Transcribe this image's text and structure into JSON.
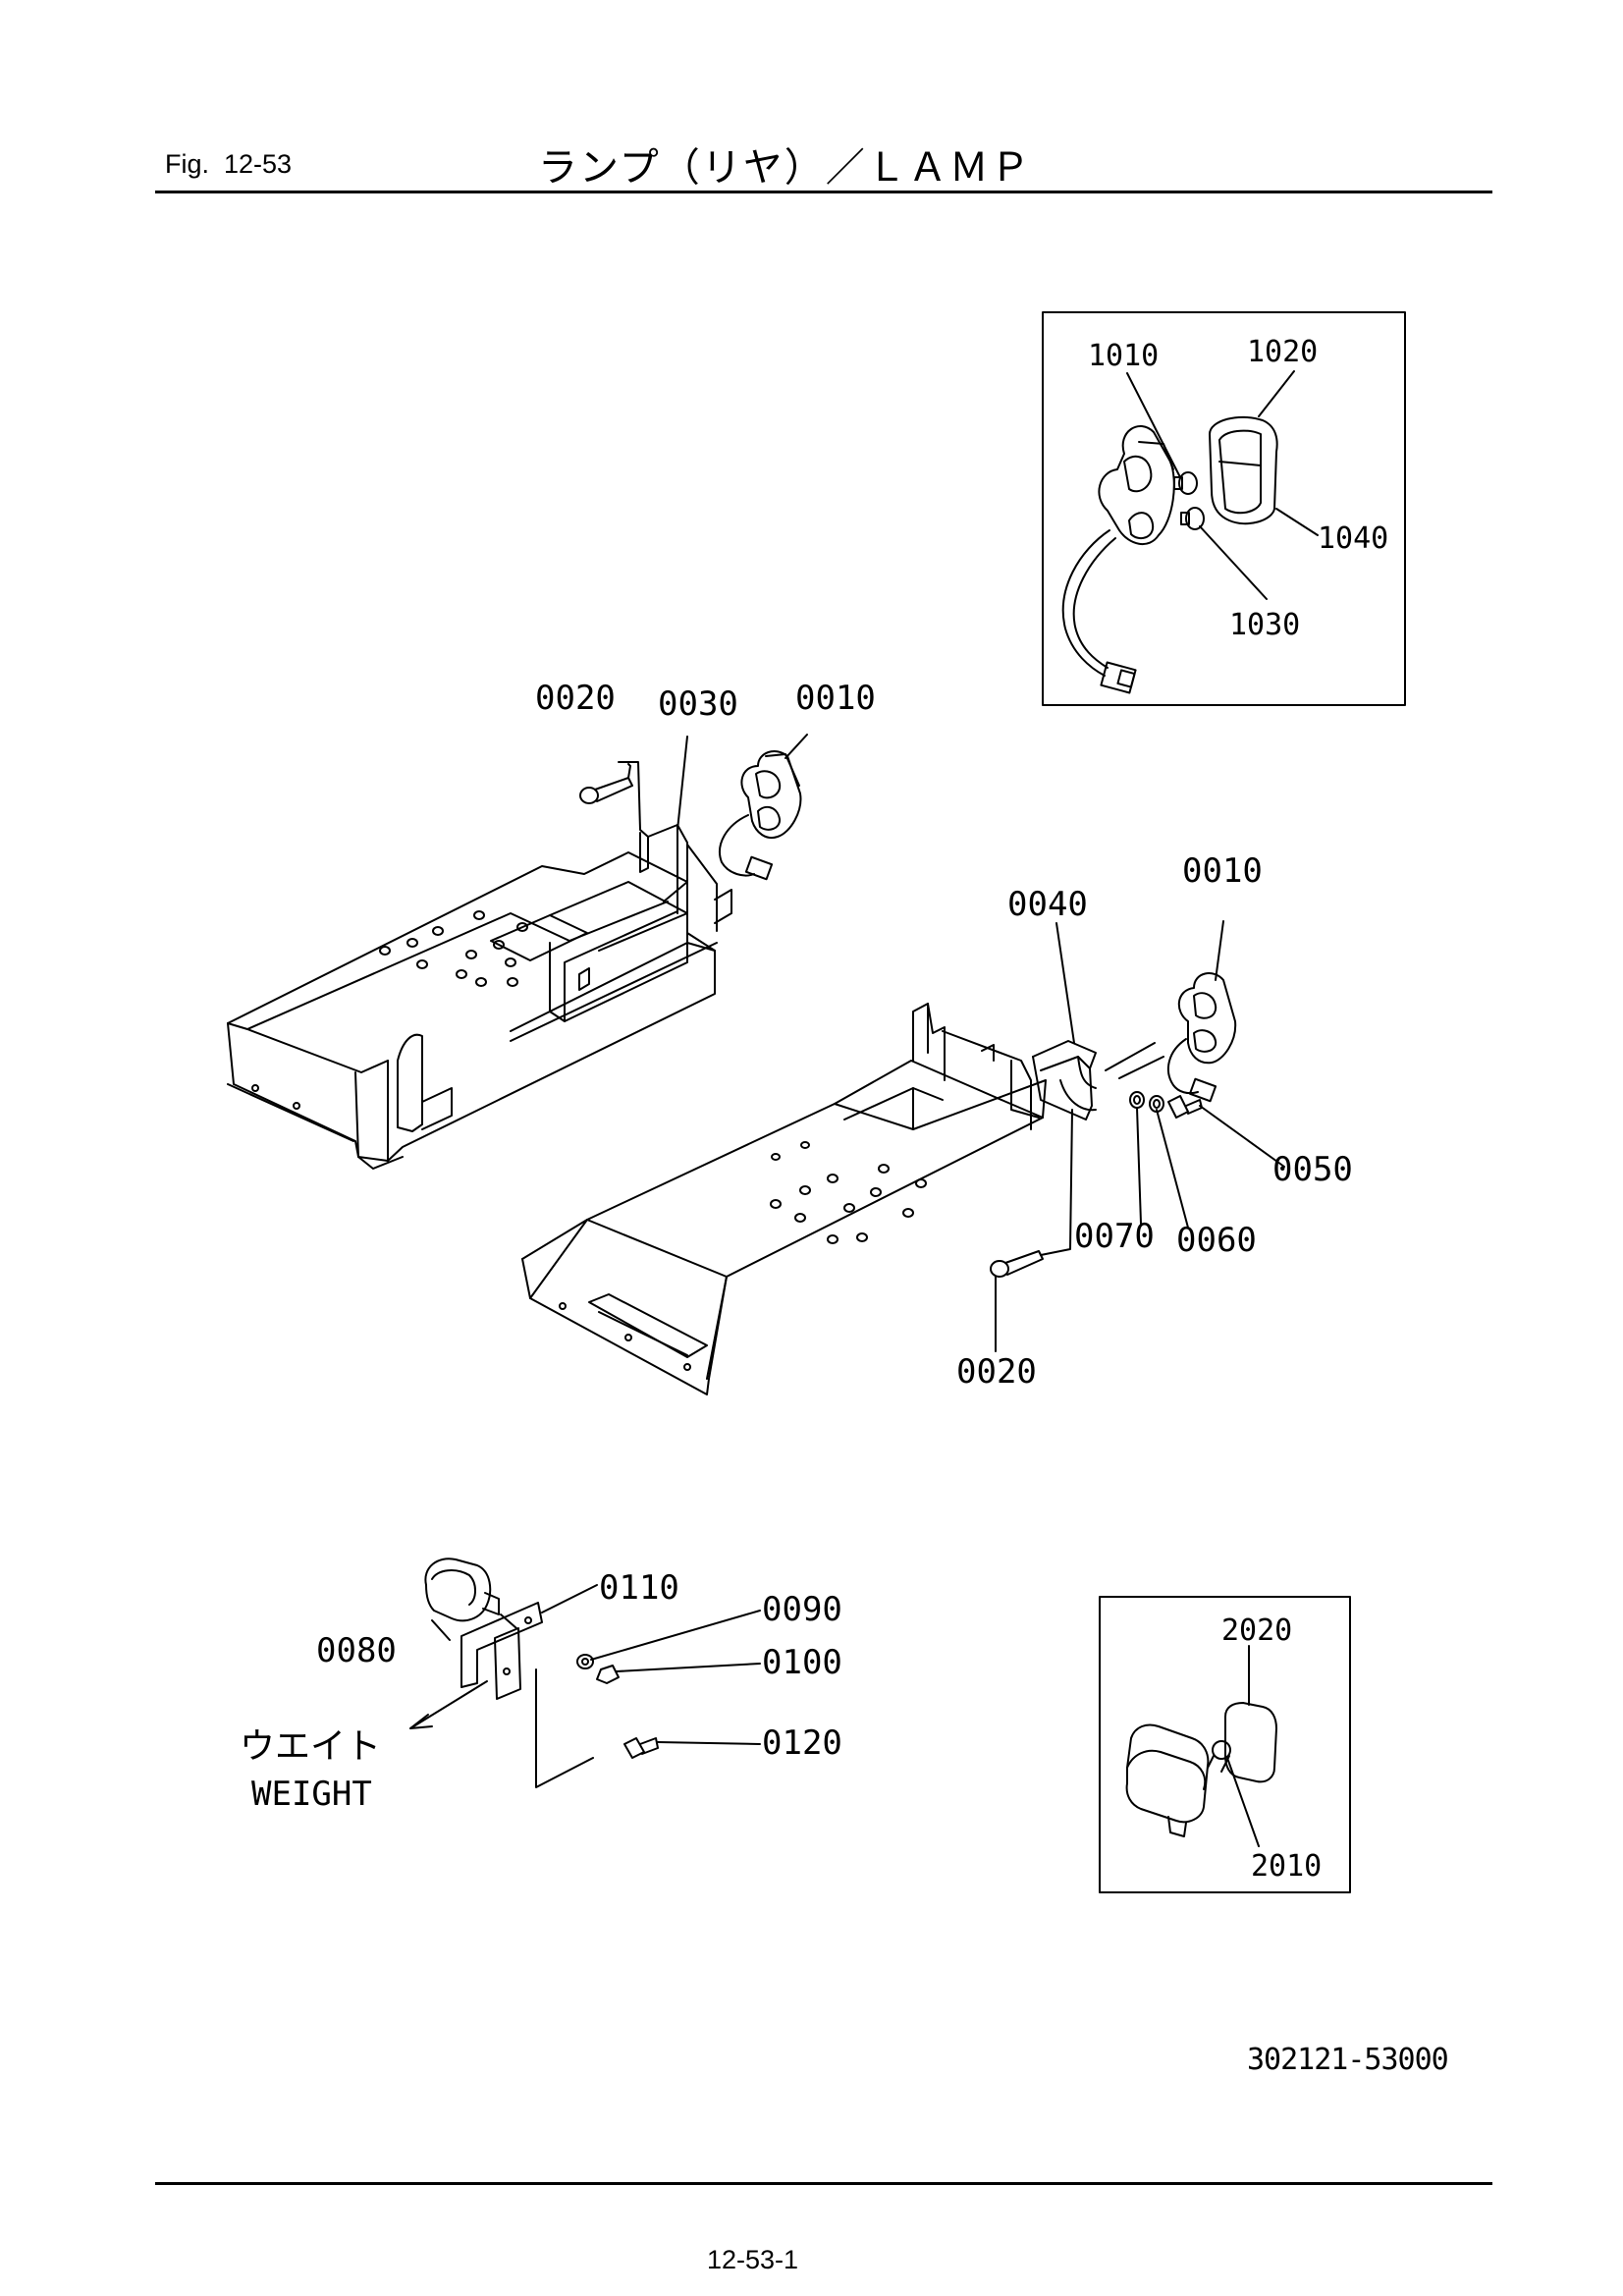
{
  "header": {
    "fig_label": "Fig.  12-53",
    "title": "ランプ（リヤ）／ＬＡＭＰ"
  },
  "callouts": {
    "inset_top": [
      "1010",
      "1020",
      "1040",
      "1030"
    ],
    "main_left": [
      "0020",
      "0030",
      "0010"
    ],
    "main_right": [
      "0010",
      "0040",
      "0050",
      "0070",
      "0060",
      "0020"
    ],
    "lower": [
      "0110",
      "0090",
      "0080",
      "0100",
      "0120"
    ],
    "inset_bottom": [
      "2020",
      "2010"
    ]
  },
  "weight_label_jp": "ウエイト",
  "weight_label_en": "WEIGHT",
  "footer": {
    "doc_code": "302121-53000",
    "page_number": "12-53-1"
  }
}
